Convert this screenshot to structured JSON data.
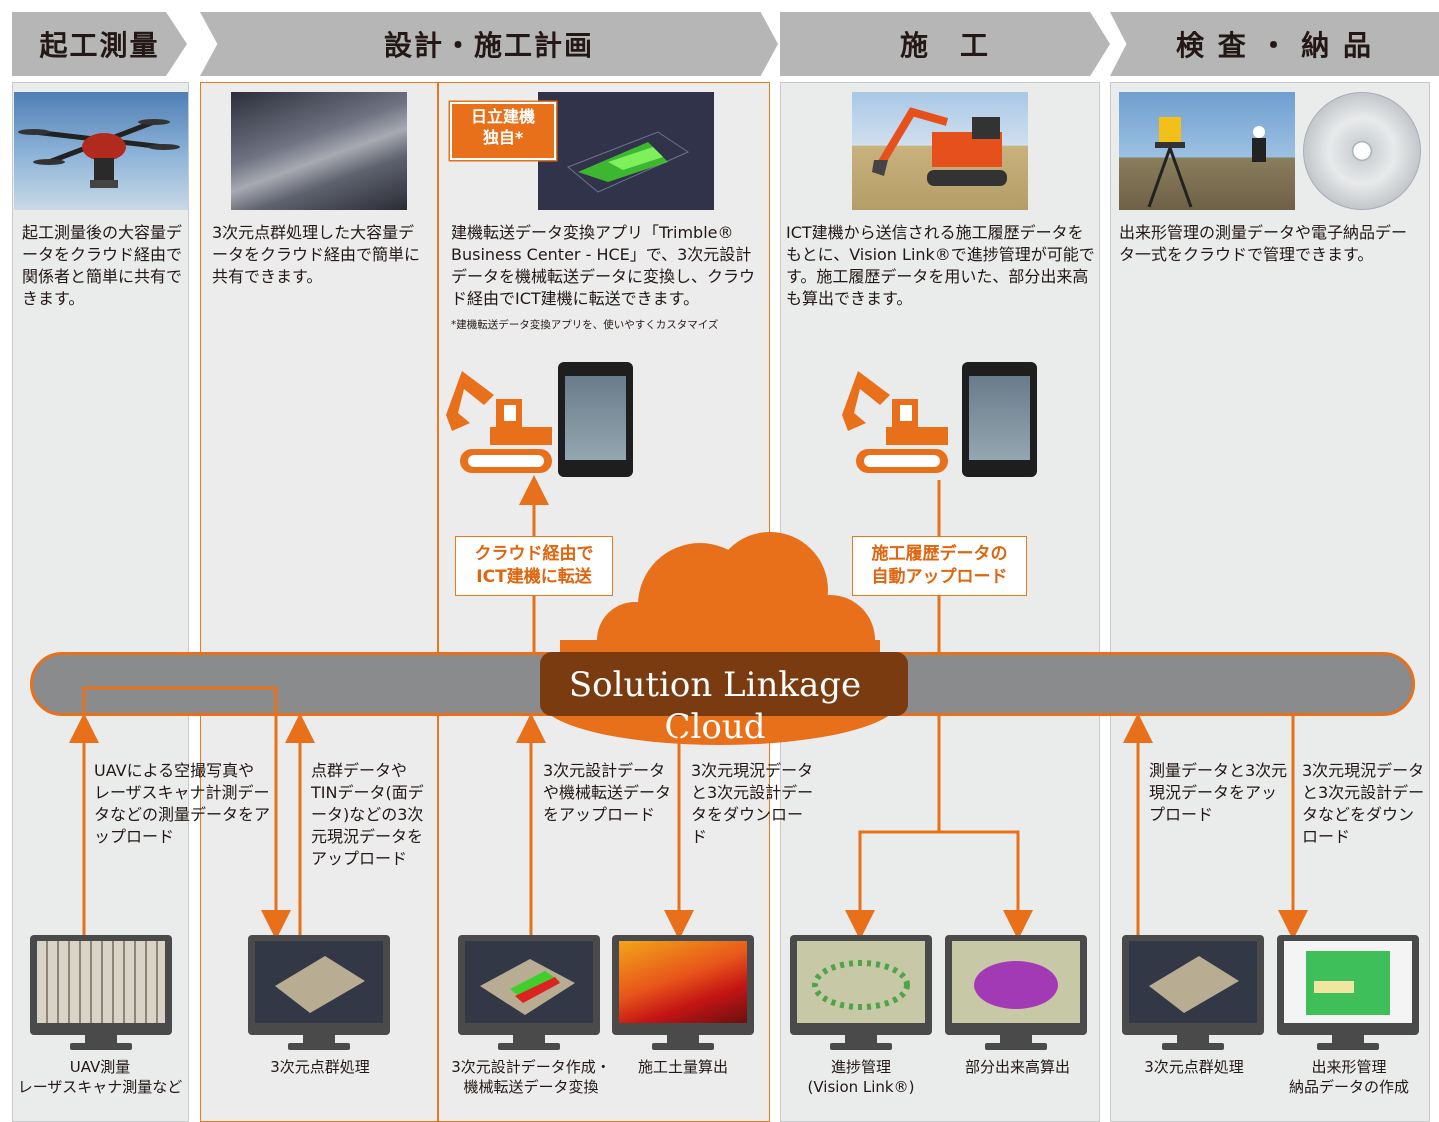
{
  "phases": [
    {
      "label": "起工測量"
    },
    {
      "label": "設計・施工計画"
    },
    {
      "label": "施　工"
    },
    {
      "label": "検 査 ・ 納 品"
    }
  ],
  "descriptions": {
    "survey": "起工測量後の大容量データをクラウド経由で関係者と簡単に共有できます。",
    "pointcloud": "3次元点群処理した大容量データをクラウド経由で簡単に共有できます。",
    "conversion": "建機転送データ変換アプリ「Trimble® Business Center - HCE」で、3次元設計データを機械転送データに変換し、クラウド経由でICT建機に転送できます。",
    "conversion_note": "*建機転送データ変換アプリを、使いやすくカスタマイズ",
    "construction": "ICT建機から送信される施工履歴データをもとに、Vision Link®で進捗管理が可能です。施工履歴データを用いた、部分出来高も算出できます。",
    "inspection": "出来形管理の測量データや電子納品データ一式をクラウドで管理できます。"
  },
  "badge": {
    "line1": "日立建機",
    "line2": "独自*"
  },
  "callouts": {
    "transfer": {
      "line1": "クラウド経由で",
      "line2": "ICT建機に転送"
    },
    "upload": {
      "line1": "施工履歴データの",
      "line2": "自動アップロード"
    }
  },
  "cloud_label": "Solution Linkage Cloud",
  "flows": {
    "uav_upload": "UAVによる空撮写真やレーザスキャナ計測データなどの測量データをアップロード",
    "pc_upload": "点群データやTINデータ(面データ)などの3次元現況データをアップロード",
    "design_upload": "3次元設計データや機械転送データをアップロード",
    "design_download": "3次元現況データと3次元設計データをダウンロード",
    "insp_upload": "測量データと3次元現況データをアップロード",
    "insp_download": "3次元現況データと3次元設計データなどをダウンロード"
  },
  "captions": {
    "uav": {
      "line1": "UAV測量",
      "line2": "レーザスキャナ測量など"
    },
    "pc1": {
      "line1": "3次元点群処理",
      "line2": ""
    },
    "design": {
      "line1": "3次元設計データ作成・",
      "line2": "機械転送データ変換"
    },
    "earth": {
      "line1": "施工土量算出",
      "line2": ""
    },
    "progress": {
      "line1": "進捗管理",
      "line2": "(Vision Link®)"
    },
    "partial": {
      "line1": "部分出来高算出",
      "line2": ""
    },
    "pc2": {
      "line1": "3次元点群処理",
      "line2": ""
    },
    "asbuilt": {
      "line1": "出来形管理",
      "line2": "納品データの作成"
    }
  },
  "colors": {
    "accent": "#e8701a",
    "header": "#b6b6b6",
    "column": "#eaebeb",
    "band": "#8a8b8c"
  }
}
